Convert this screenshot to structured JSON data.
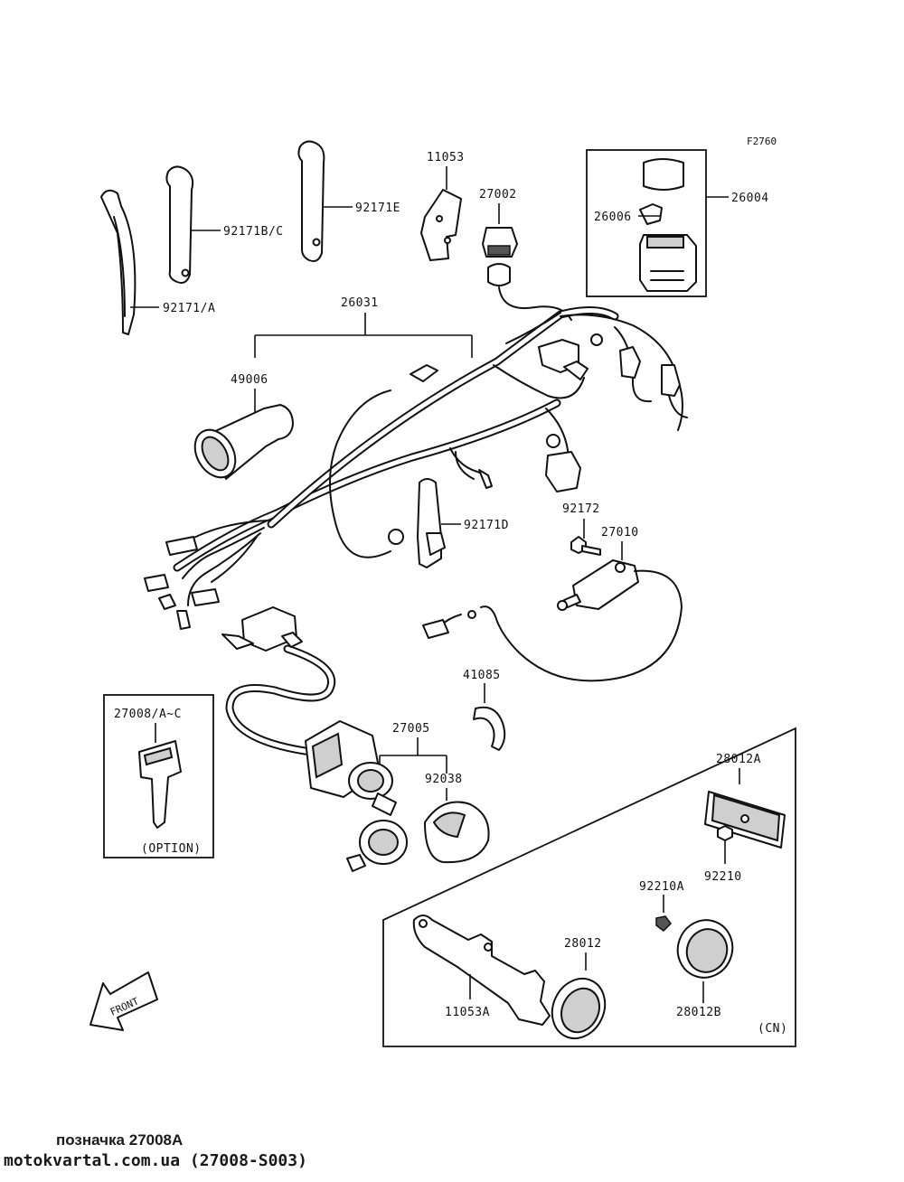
{
  "diagram_code": "F2760",
  "labels": {
    "p92171A": "92171/A",
    "p92171BC": "92171B/C",
    "p92171E": "92171E",
    "p11053": "11053",
    "p27002": "27002",
    "p26004": "26004",
    "p26006": "26006",
    "p26031": "26031",
    "p49006": "49006",
    "p92171D": "92171D",
    "p92172": "92172",
    "p27010": "27010",
    "p41085": "41085",
    "p27005": "27005",
    "p92038": "92038",
    "p27008": "27008/A~C",
    "option": "(OPTION)",
    "p28012A": "28012A",
    "p92210": "92210",
    "p92210A": "92210A",
    "p28012": "28012",
    "p11053A": "11053A",
    "p28012B": "28012B",
    "cn": "(CN)",
    "front": "FRONT"
  },
  "footer": {
    "line1": "позначка 27008A",
    "line2": "motokvartal.com.ua (27008-S003)"
  }
}
